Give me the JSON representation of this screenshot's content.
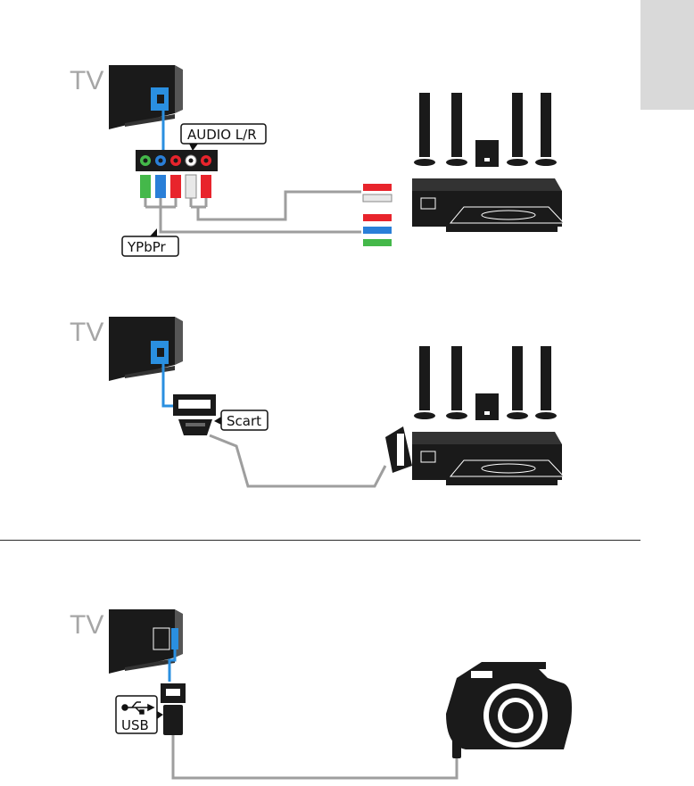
{
  "diagrams": [
    {
      "tv_label": "TV",
      "labels": [
        "AUDIO L/R",
        "YPbPr"
      ]
    },
    {
      "tv_label": "TV",
      "labels": [
        "Scart"
      ]
    },
    {
      "tv_label": "TV",
      "labels": [
        "USB"
      ]
    }
  ],
  "colors": {
    "cable": "#9e9e9e",
    "port_highlight": "#2a8fe0",
    "green": "#44b84a",
    "blue": "#2a7fd8",
    "red": "#e8242c",
    "white": "#e8e8e8",
    "device": "#1a1a1a",
    "tab": "#d9d9d9"
  },
  "icons": [
    "tv-icon",
    "speaker-icon",
    "subwoofer-icon",
    "dvd-player-icon",
    "rca-plug-icon",
    "scart-plug-icon",
    "usb-plug-icon",
    "usb-symbol-icon",
    "camera-icon"
  ]
}
